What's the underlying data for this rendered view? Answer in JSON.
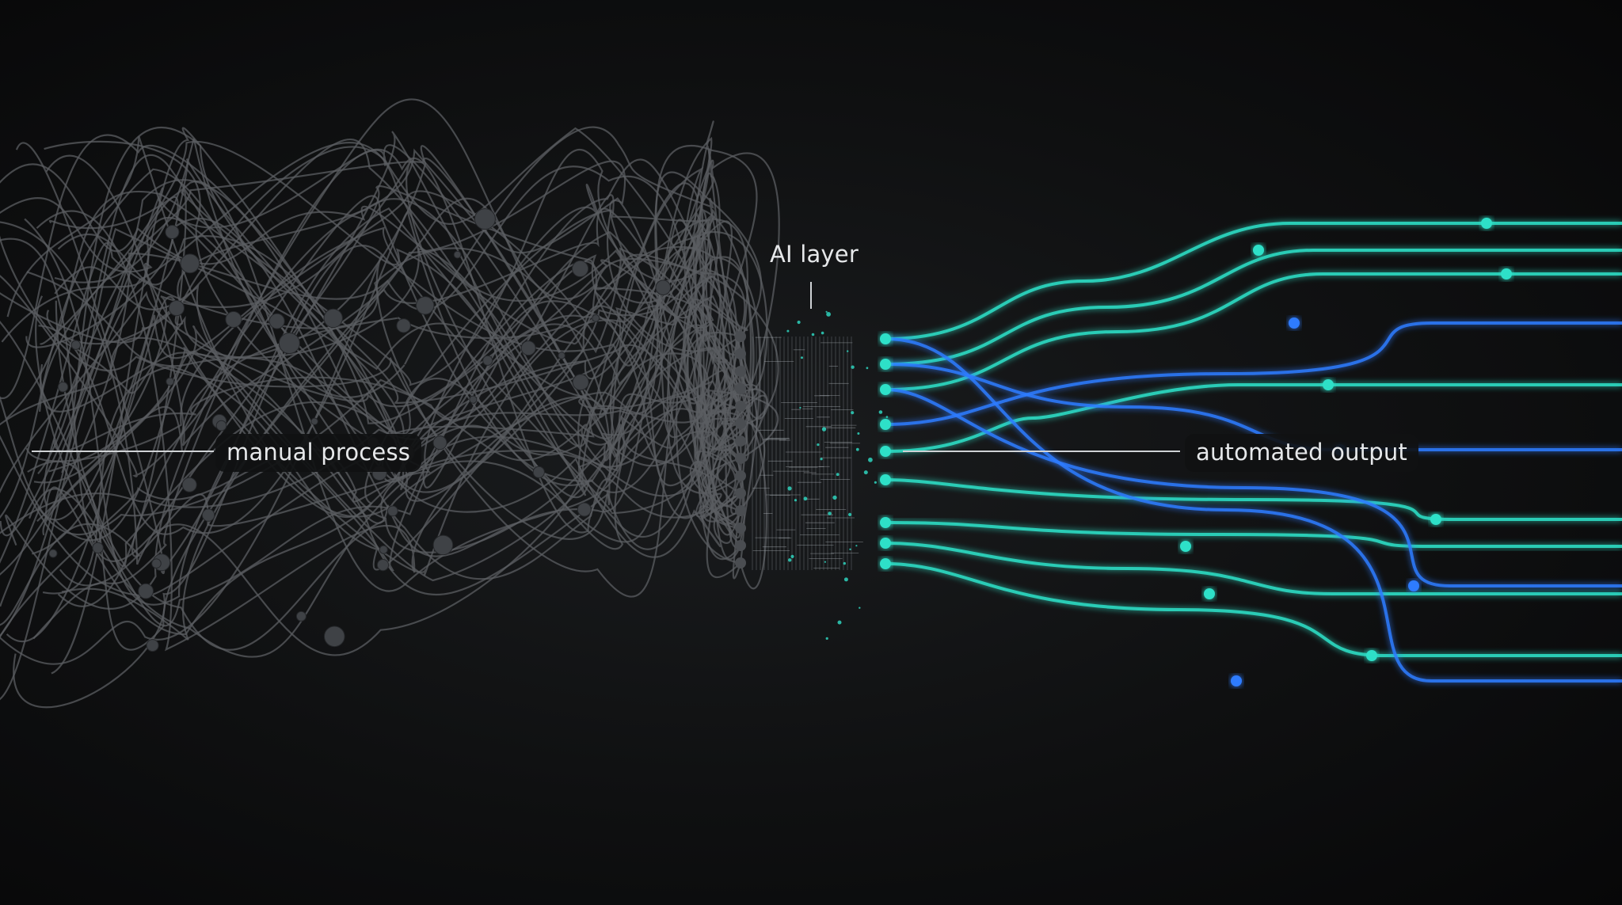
{
  "labels": {
    "manual": "manual process",
    "ai": "AI layer",
    "automated": "automated output"
  },
  "colors": {
    "background": "#0b0c0d",
    "tangle_line": "#5b5e62",
    "node": "#3f4246",
    "teal": "#2fe0c8",
    "blue": "#2f7bff",
    "label_text": "#e6e8ea"
  }
}
